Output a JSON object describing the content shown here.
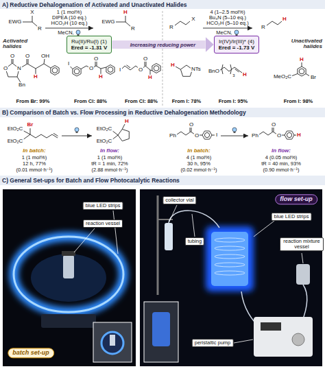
{
  "diagram": {
    "nodes": [
      {
        "text": [
          "Ru(II)/Ru(I) (1)",
          "Ered = -1.31 V"
        ]
      },
      {
        "text": [
          "Ir(IV)/Ir(III)* (4)",
          "Ered = -1.73 V"
        ]
      }
    ],
    "edges": [
      {
        "from": 0,
        "to": 1,
        "label": "Increasing reducing power",
        "arrow": "to"
      }
    ],
    "labels": [
      "A) Reductive Dehalogenation of Activated and Unactivated Halides",
      "EWG",
      "X",
      "R",
      "1 (1 mol%)",
      "DIPEA (10 eq.)",
      "HCO₂H (10 eq.)",
      "MeCN,",
      "EWG",
      "H",
      "R",
      "R",
      "X",
      "4 (1–2.5 mol%)",
      "Bu₃N (5–10 eq.)",
      "HCO₂H (5–10 eq.)",
      "MeCN,",
      "R",
      "H",
      "Activated halides",
      "Unactivated halides",
      "O",
      "O",
      "N",
      "Bn",
      "O",
      "H",
      "OH",
      "From Br: 99%",
      "I",
      "O",
      "O",
      "H",
      "From Cl: 88%",
      "I",
      "O",
      "O",
      "H",
      "From Cl: 88%",
      "H",
      "NTs",
      "From I: 78%",
      "BnO",
      "3",
      "H",
      "From I: 95%",
      "MeO₂C",
      "H",
      "Br",
      "From I: 98%",
      "B) Comparison of Batch vs. Flow Processing in Reductive Dehalogenation Methodology",
      "EtO₂C",
      "EtO₂C",
      "Br",
      "EtO₂C",
      "EtO₂C",
      "H",
      "In batch:",
      "1 (1 mol%)",
      "12 h, 77%",
      "(0.01 mmol·h⁻¹)",
      "In flow:",
      "1 (1 mol%)",
      "tR = 1 min, 72%",
      "(2.88 mmol·h⁻¹)",
      "Ph",
      "O",
      "O",
      "I",
      "Ph",
      "O",
      "O",
      "H",
      "In batch:",
      "4 (1 mol%)",
      "30 h, 95%",
      "(0.02 mmol·h⁻¹)",
      "In flow:",
      "4 (0.05 mol%)",
      "tR = 40 min, 93%",
      "(0.90 mmol·h⁻¹)",
      "C) General Set-ups for Batch and Flow Photocatalytic Reactions",
      "blue LED strips",
      "reaction vessel",
      "batch set-up",
      "collector vial",
      "flow set-up",
      "tubing",
      "blue LED strips",
      "reaction mixture vessel",
      "peristaltic pump"
    ]
  }
}
